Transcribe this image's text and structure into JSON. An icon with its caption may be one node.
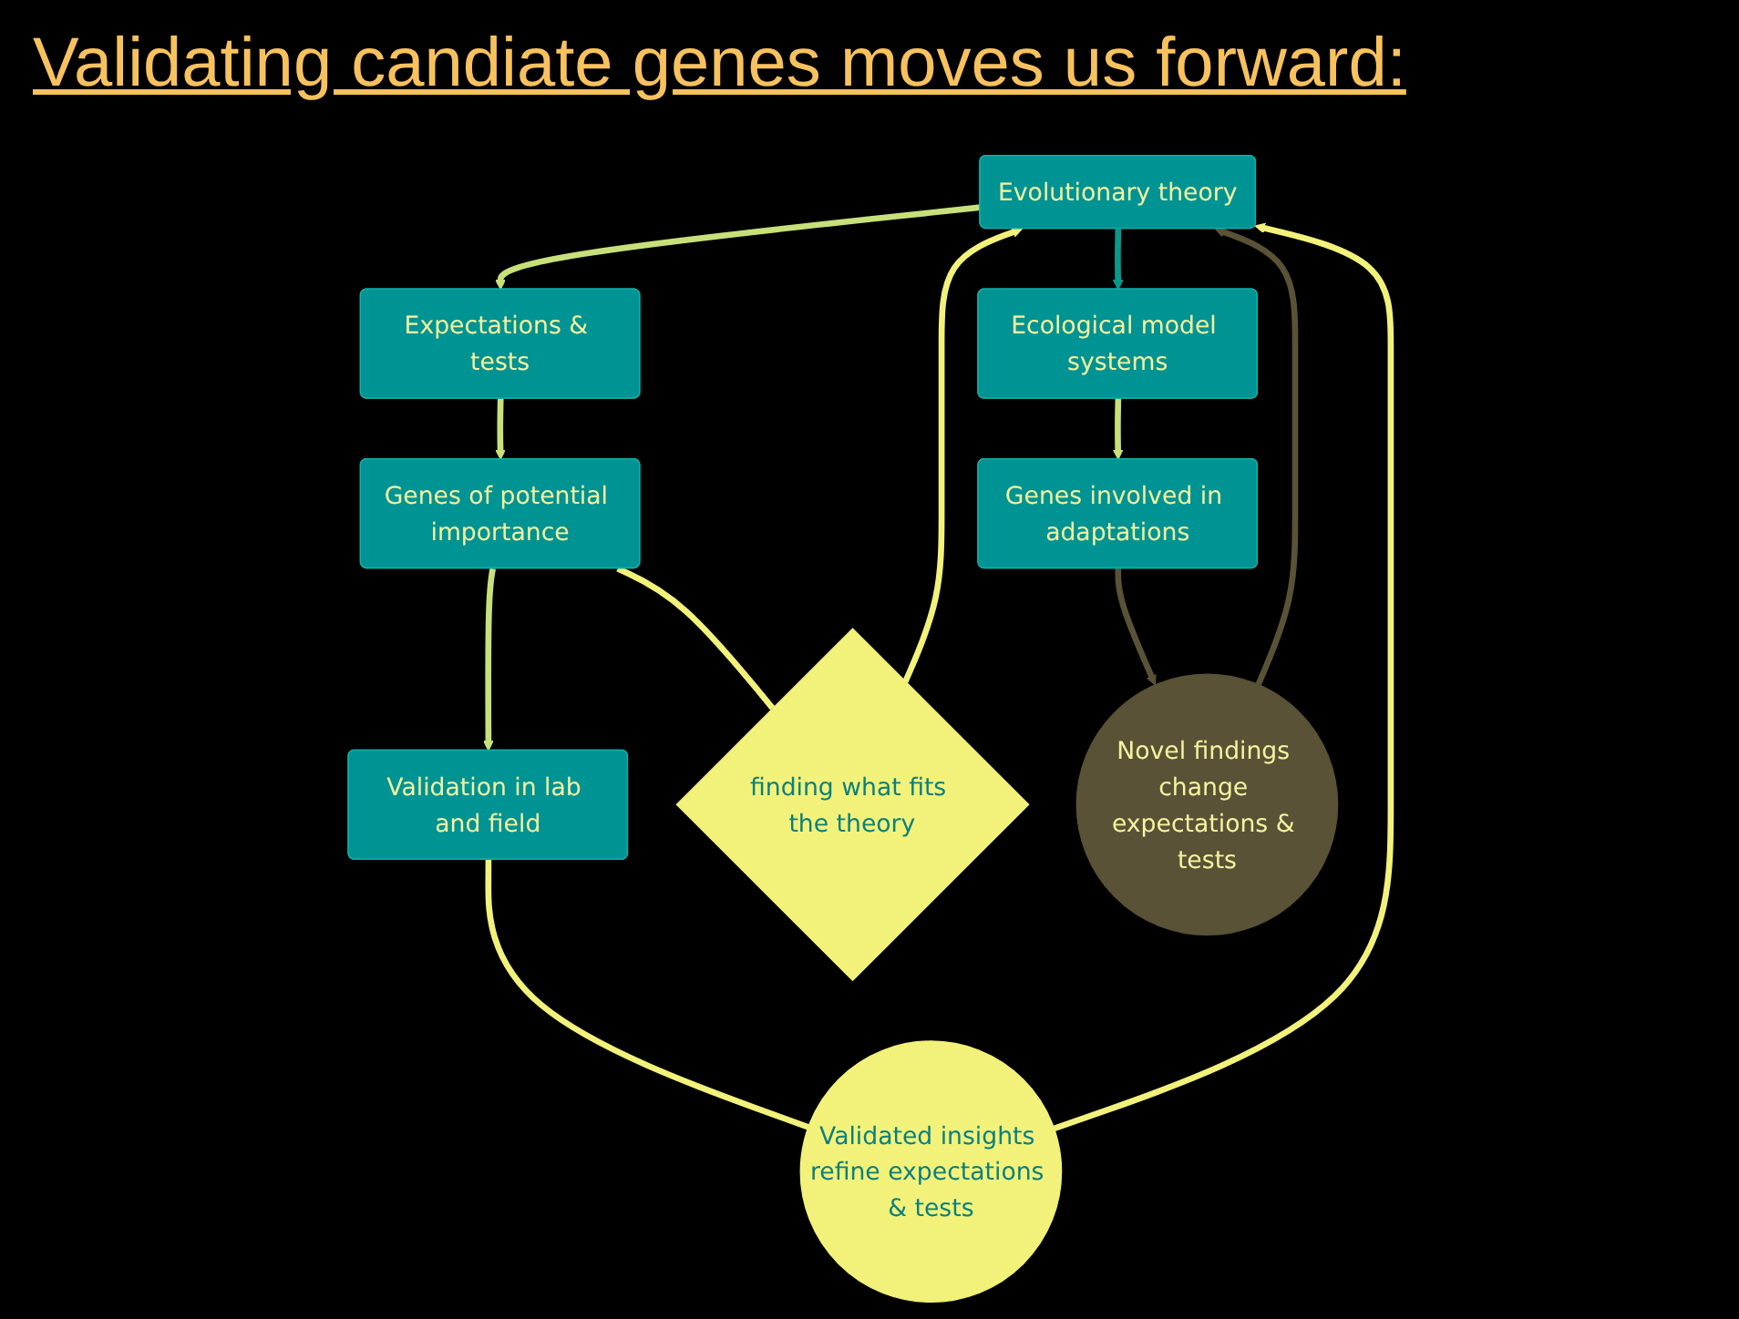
{
  "diagram": {
    "title": "Validating candiate genes moves us forward:",
    "nodes": [
      {
        "text": [
          "Evolutionary theory"
        ]
      },
      {
        "text": [
          "finding what fits the theory"
        ]
      },
      {
        "text": [
          "Expectations & tests"
        ]
      },
      {
        "text": [
          "Validated insights refine expectations & tests"
        ]
      },
      {
        "text": [
          "Ecological model systems"
        ]
      },
      {
        "text": [
          "Genes of potential importance"
        ]
      },
      {
        "text": [
          "Novel findings change expectations & tests"
        ]
      },
      {
        "text": [
          "Genes involved in adaptations"
        ]
      },
      {
        "text": [
          "Validation in lab and field"
        ]
      }
    ],
    "edges": [
      {
        "from": 0,
        "to": 2,
        "arrow": "to"
      },
      {
        "from": 2,
        "to": 5,
        "arrow": "to"
      },
      {
        "from": 5,
        "to": 8,
        "arrow": "to"
      },
      {
        "from": 0,
        "to": 4,
        "arrow": "to",
        "color": "#0a9a8c"
      },
      {
        "from": 4,
        "to": 7,
        "arrow": "to"
      },
      {
        "from": 5,
        "to": 1,
        "arrow": "none",
        "color": "#f2f27a"
      },
      {
        "from": 1,
        "to": 0,
        "arrow": "to",
        "color": "#f2f27a"
      },
      {
        "from": 8,
        "to": 3,
        "arrow": "none",
        "color": "#f2f27a"
      },
      {
        "from": 3,
        "to": 0,
        "arrow": "to",
        "color": "#f2f27a"
      },
      {
        "from": 7,
        "to": 6,
        "arrow": "to",
        "color": "#5a5236"
      },
      {
        "from": 6,
        "to": 0,
        "arrow": "to",
        "color": "#5a5236"
      }
    ]
  }
}
